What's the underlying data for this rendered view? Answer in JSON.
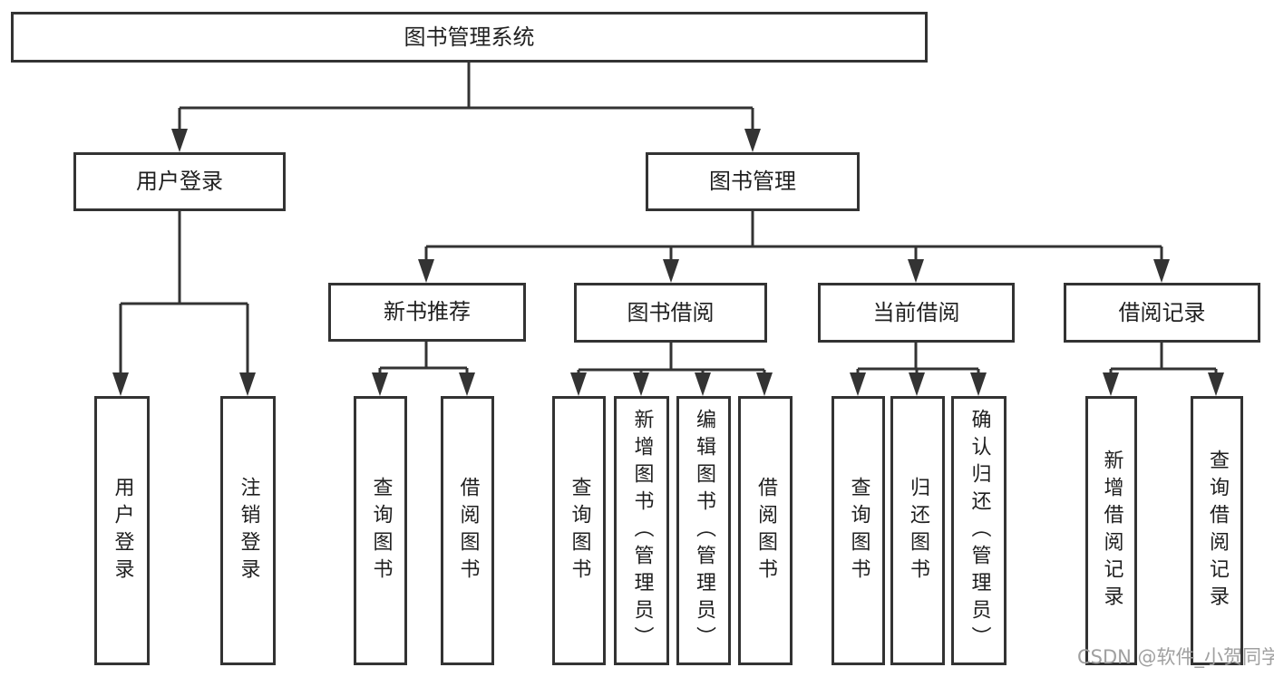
{
  "diagram": {
    "root": {
      "label": "图书管理系统"
    },
    "level1": [
      {
        "label": "用户登录"
      },
      {
        "label": "图书管理"
      }
    ],
    "level2": [
      {
        "label": "新书推荐"
      },
      {
        "label": "图书借阅"
      },
      {
        "label": "当前借阅"
      },
      {
        "label": "借阅记录"
      }
    ],
    "leaves": {
      "user_login": [
        "用户登录",
        "注销登录"
      ],
      "new_book_recommend": [
        "查询图书",
        "借阅图书"
      ],
      "book_borrow": [
        "查询图书",
        "新增图书（管理员）",
        "编辑图书（管理员）",
        "借阅图书"
      ],
      "current_borrow": [
        "查询图书",
        "归还图书",
        "确认归还（管理员）"
      ],
      "borrow_record": [
        "新增借阅记录",
        "查询借阅记录"
      ]
    }
  },
  "watermark": {
    "text": "CSDN @软件_小贺同学"
  },
  "colors": {
    "line": "#333333",
    "text": "#1f1f1f",
    "background": "#ffffff",
    "watermark": "#a0a0a0"
  }
}
